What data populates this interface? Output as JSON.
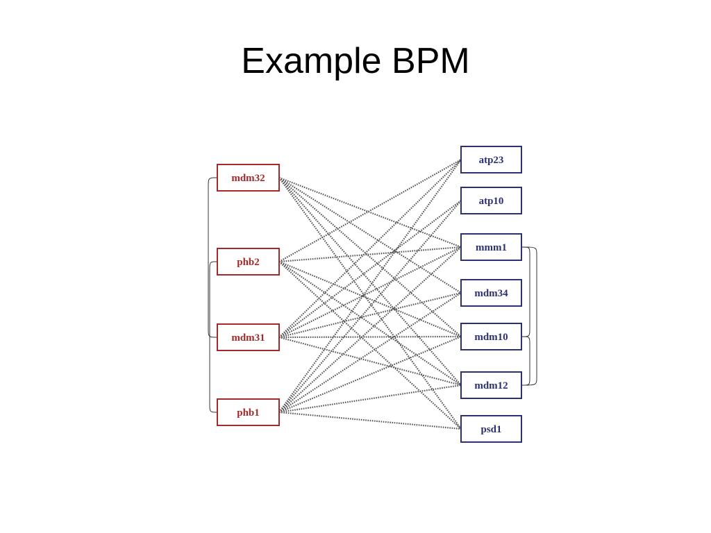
{
  "title": "Example BPM",
  "colors": {
    "left_module": "#a32a2a",
    "right_module": "#2b3070",
    "edge": "#555555",
    "bracket": "#333333"
  },
  "left_nodes": [
    {
      "id": "mdm32",
      "label": "mdm32"
    },
    {
      "id": "phb2",
      "label": "phb2"
    },
    {
      "id": "mdm31",
      "label": "mdm31"
    },
    {
      "id": "phb1",
      "label": "phb1"
    }
  ],
  "right_nodes": [
    {
      "id": "atp23",
      "label": "atp23"
    },
    {
      "id": "atp10",
      "label": "atp10"
    },
    {
      "id": "mmm1",
      "label": "mmm1"
    },
    {
      "id": "mdm34",
      "label": "mdm34"
    },
    {
      "id": "mdm10",
      "label": "mdm10"
    },
    {
      "id": "mdm12",
      "label": "mdm12"
    },
    {
      "id": "psd1",
      "label": "psd1"
    }
  ],
  "between_edges": [
    [
      "mdm32",
      "mmm1"
    ],
    [
      "mdm32",
      "mdm34"
    ],
    [
      "mdm32",
      "mdm10"
    ],
    [
      "mdm32",
      "mdm12"
    ],
    [
      "mdm32",
      "psd1"
    ],
    [
      "phb2",
      "atp23"
    ],
    [
      "phb2",
      "mmm1"
    ],
    [
      "phb2",
      "mdm10"
    ],
    [
      "phb2",
      "mdm12"
    ],
    [
      "phb2",
      "psd1"
    ],
    [
      "mdm31",
      "atp23"
    ],
    [
      "mdm31",
      "atp10"
    ],
    [
      "mdm31",
      "mmm1"
    ],
    [
      "mdm31",
      "mdm34"
    ],
    [
      "mdm31",
      "mdm10"
    ],
    [
      "mdm31",
      "mdm12"
    ],
    [
      "phb1",
      "atp23"
    ],
    [
      "phb1",
      "atp10"
    ],
    [
      "phb1",
      "mmm1"
    ],
    [
      "phb1",
      "mdm34"
    ],
    [
      "phb1",
      "mdm10"
    ],
    [
      "phb1",
      "mdm12"
    ],
    [
      "phb1",
      "psd1"
    ]
  ],
  "within_edges_left": [
    [
      "mdm32",
      "mdm31"
    ],
    [
      "phb2",
      "phb1"
    ]
  ],
  "within_edges_right": [
    [
      "mmm1",
      "mdm10"
    ],
    [
      "mmm1",
      "mdm12"
    ],
    [
      "mdm10",
      "mdm12"
    ]
  ]
}
